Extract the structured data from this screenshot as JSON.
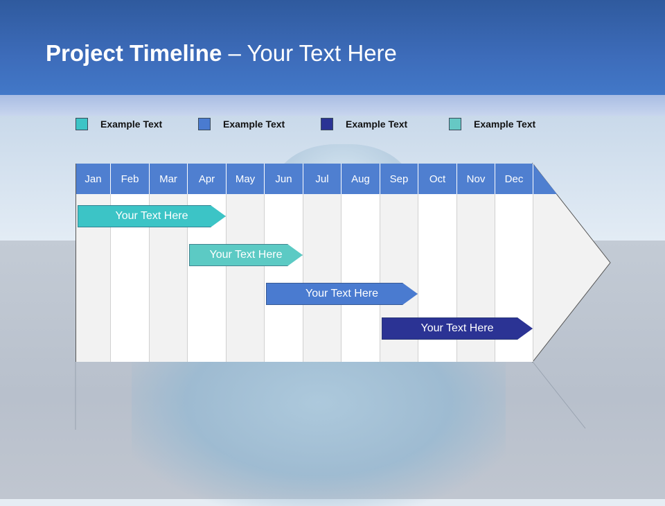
{
  "title": {
    "bold": "Project Timeline",
    "rest": " – Your Text Here"
  },
  "legend": [
    {
      "label": "Example Text",
      "color": "#3cc4c6"
    },
    {
      "label": "Example Text",
      "color": "#4a7bd0"
    },
    {
      "label": "Example Text",
      "color": "#2b3394"
    },
    {
      "label": "Example Text",
      "color": "#66c8c4"
    }
  ],
  "months": [
    "Jan",
    "Feb",
    "Mar",
    "Apr",
    "May",
    "Jun",
    "Jul",
    "Aug",
    "Sep",
    "Oct",
    "Nov",
    "Dec"
  ],
  "tasks": [
    {
      "label": "Your  Text Here",
      "color": "#3cc4c6",
      "start_month": "Jan",
      "end_month": "Apr"
    },
    {
      "label": "Your  Text Here",
      "color": "#5ccac4",
      "start_month": "Apr",
      "end_month": "Jun"
    },
    {
      "label": "Your  Text Here",
      "color": "#4a7bd0",
      "start_month": "Jun",
      "end_month": "Sep"
    },
    {
      "label": "Your  Text Here",
      "color": "#2b3394",
      "start_month": "Sep",
      "end_month": "Dec"
    }
  ],
  "header_color": "#4f7fd0"
}
